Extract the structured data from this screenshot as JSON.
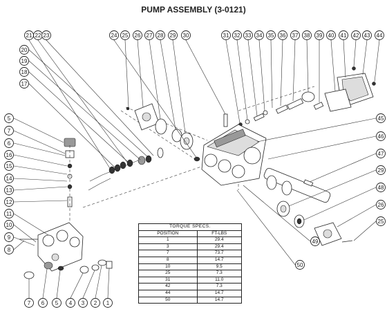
{
  "title": "PUMP ASSEMBLY (3-0121)",
  "callouts_top": [
    "21",
    "22",
    "23",
    "24",
    "25",
    "26",
    "27",
    "28",
    "29",
    "30",
    "31",
    "32",
    "33",
    "34",
    "35",
    "36",
    "37",
    "38",
    "39",
    "40",
    "41",
    "42",
    "43",
    "44"
  ],
  "callouts_left": [
    "20",
    "19",
    "18",
    "17",
    "5",
    "7",
    "6",
    "16",
    "15",
    "14",
    "13",
    "12",
    "11",
    "10",
    "9",
    "8"
  ],
  "callouts_bottom": [
    "7",
    "6",
    "5",
    "4",
    "3",
    "2",
    "1"
  ],
  "callouts_right": [
    "45",
    "46",
    "47",
    "29",
    "48",
    "26",
    "25",
    "49",
    "50"
  ],
  "torque_table": {
    "title": "TORQUE SPECS.",
    "headers": [
      "POSITION",
      "FT-LBS"
    ],
    "rows": [
      [
        "1",
        "29.4"
      ],
      [
        "3",
        "29.4"
      ],
      [
        "7",
        "73.7"
      ],
      [
        "8",
        "14.7"
      ],
      [
        "10",
        "9.5"
      ],
      [
        "25",
        "7.3"
      ],
      [
        "31",
        "11.0"
      ],
      [
        "42",
        "7.3"
      ],
      [
        "44",
        "14.7"
      ],
      [
        "50",
        "14.7"
      ]
    ]
  }
}
